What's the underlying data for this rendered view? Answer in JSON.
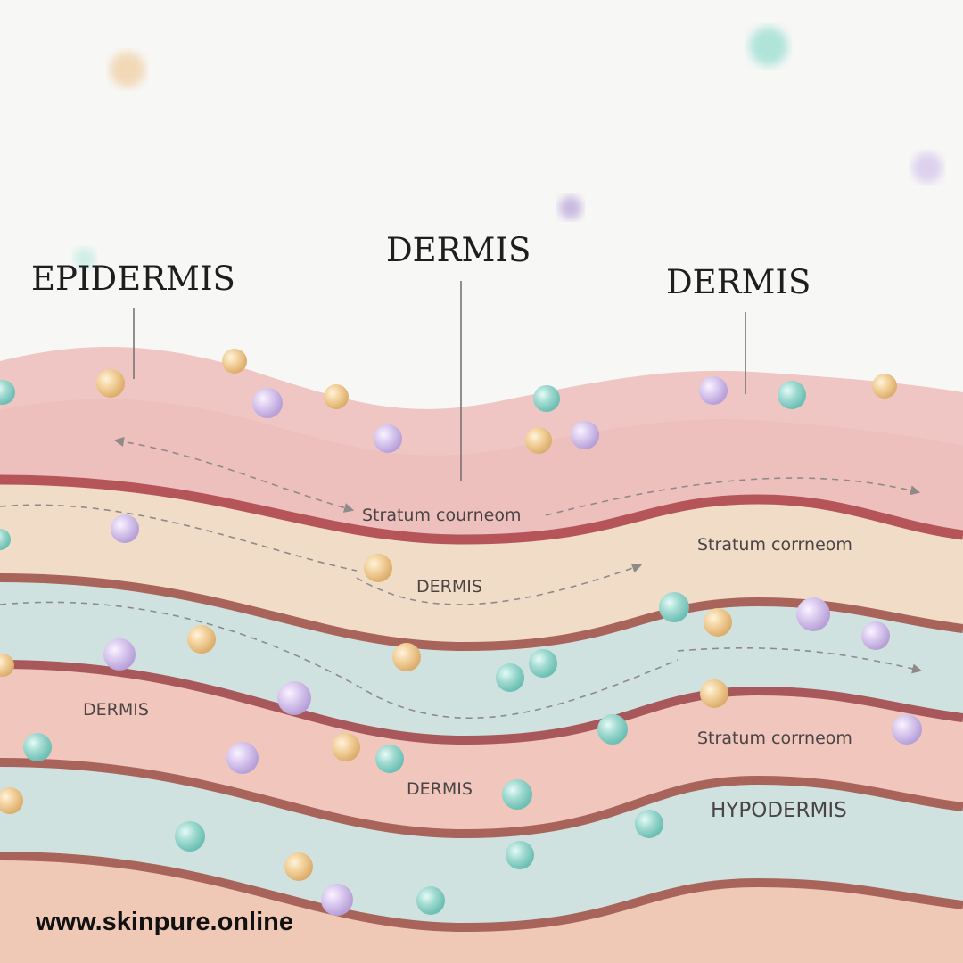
{
  "title_labels": {
    "epidermis": "EPIDERMIS",
    "dermis_center": "DERMIS",
    "dermis_right": "DERMIS"
  },
  "layer_labels": {
    "stratum_1": "Stratum courneom",
    "stratum_2": "Stratum corrneom",
    "dermis_1": "DERMIS",
    "dermis_2": "DERMIS",
    "stratum_3": "Stratum corrneom",
    "dermis_3": "DERMIS",
    "hypodermis": "HYPODERMIS"
  },
  "website": "www.skinpure.online",
  "colors": {
    "background": "#f7f7f6",
    "epidermis": "#efc6c3",
    "beige": "#f0dcc7",
    "teal": "#cfe2e0",
    "pink": "#f0c6bd",
    "peach": "#efc8b6",
    "red_line": "#b5555a",
    "brown_line": "#a8645a",
    "bubble_teal": "#7fcfc4",
    "bubble_orange": "#f0c98a",
    "bubble_purple": "#cdb8e6"
  }
}
